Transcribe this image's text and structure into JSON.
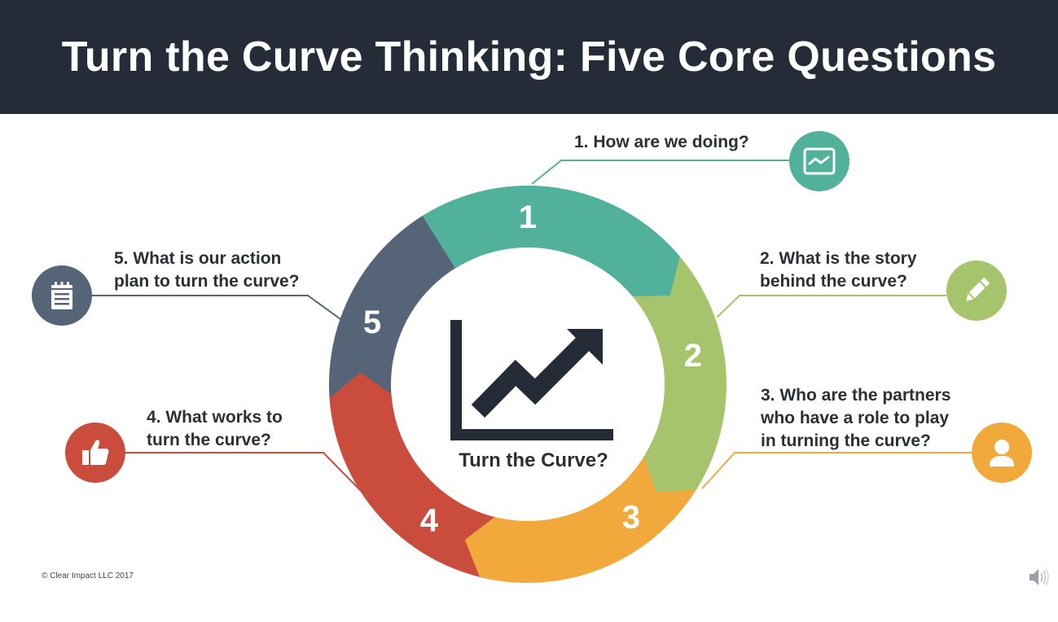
{
  "title": "Turn the Curve Thinking: Five Core Questions",
  "center_label": "Turn the Curve?",
  "segments": [
    {
      "number": "1",
      "color": "#52b19a"
    },
    {
      "number": "2",
      "color": "#a6c46b"
    },
    {
      "number": "3",
      "color": "#f2a93b"
    },
    {
      "number": "4",
      "color": "#c94c3d"
    },
    {
      "number": "5",
      "color": "#566478"
    }
  ],
  "questions": {
    "q1": {
      "line1": "1. How are we doing?",
      "icon": "chart-icon",
      "color": "#52b19a"
    },
    "q2": {
      "line1": "2. What is the story",
      "line2": "behind the curve?",
      "icon": "pencil-icon",
      "color": "#a6c46b"
    },
    "q3": {
      "line1": "3. Who are the partners",
      "line2": "who have a role to play",
      "line3": "in turning the curve?",
      "icon": "person-icon",
      "color": "#f2a93b"
    },
    "q4": {
      "line1": "4. What works to",
      "line2": "turn the curve?",
      "icon": "thumbs-up-icon",
      "color": "#c94c3d"
    },
    "q5": {
      "line1": "5. What is our action",
      "line2": "plan to turn the curve?",
      "icon": "notepad-icon",
      "color": "#566478"
    }
  },
  "copyright": "© Clear Impact LLC 2017",
  "speaker_icon": "speaker-icon"
}
